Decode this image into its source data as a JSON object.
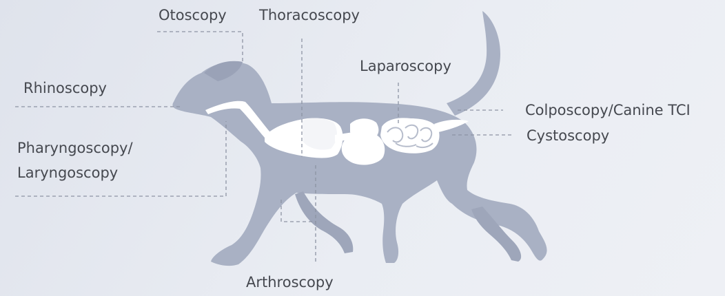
{
  "labels": {
    "otoscopy": "Otoscopy",
    "thoracoscopy": "Thoracoscopy",
    "laparoscopy": "Laparoscopy",
    "rhinoscopy": "Rhinoscopy",
    "colposcopy": "Colposcopy/Canine TCI",
    "cystoscopy": "Cystoscopy",
    "pharyngoscopy_line1": "Pharyngoscopy/",
    "pharyngoscopy_line2": "Laryngoscopy",
    "arthroscopy": "Arthroscopy"
  },
  "colors": {
    "background": "#e4e8ef",
    "dog_silhouette": "#a9b1c4",
    "organs": "#ffffff",
    "leader_lines": "#8d93a3",
    "text": "#45484f"
  }
}
